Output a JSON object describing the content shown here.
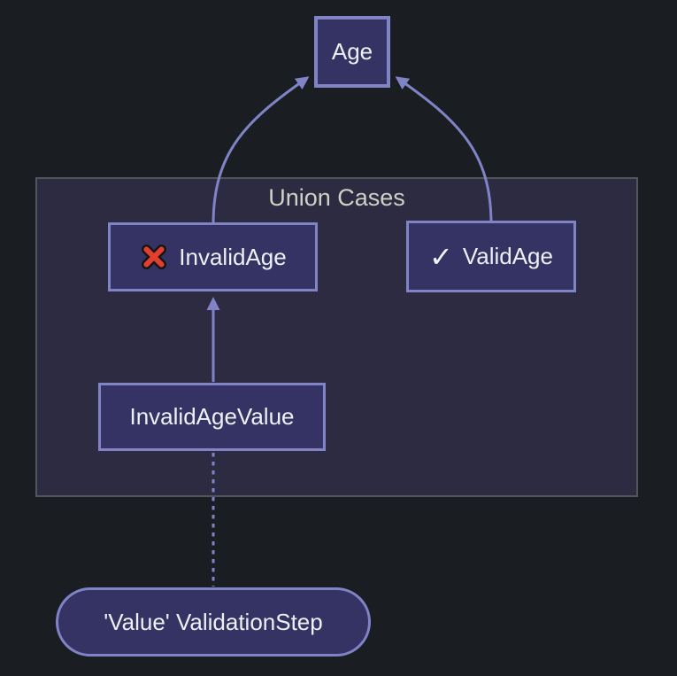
{
  "diagram": {
    "kind": "flowchart",
    "subgraph": {
      "label": "Union Cases"
    },
    "nodes": {
      "age": {
        "label": "Age"
      },
      "invalid_age": {
        "label": "InvalidAge",
        "icon": "cross-mark-icon"
      },
      "valid_age": {
        "label": "ValidAge",
        "icon": "check-mark-icon",
        "check_glyph": "✓"
      },
      "invalid_age_value": {
        "label": "InvalidAgeValue"
      },
      "validation_step": {
        "label": "'Value' ValidationStep"
      }
    },
    "edges": [
      {
        "from": "InvalidAge",
        "to": "Age",
        "style": "solid",
        "arrow": true
      },
      {
        "from": "ValidAge",
        "to": "Age",
        "style": "solid",
        "arrow": true
      },
      {
        "from": "InvalidAgeValue",
        "to": "InvalidAge",
        "style": "solid",
        "arrow": true
      },
      {
        "from": "'Value' ValidationStep",
        "to": "InvalidAgeValue",
        "style": "dotted",
        "arrow": false
      }
    ],
    "colors": {
      "background": "#1a1d21",
      "node_fill": "#353264",
      "node_border": "#8084c7",
      "edge": "#8084c7",
      "subgraph_fill": "#2c2b41",
      "subgraph_border": "#54555c",
      "node_text": "#eef0f6",
      "subgraph_label_text": "#cfd1c5",
      "cross_red": "#e2402e"
    }
  }
}
